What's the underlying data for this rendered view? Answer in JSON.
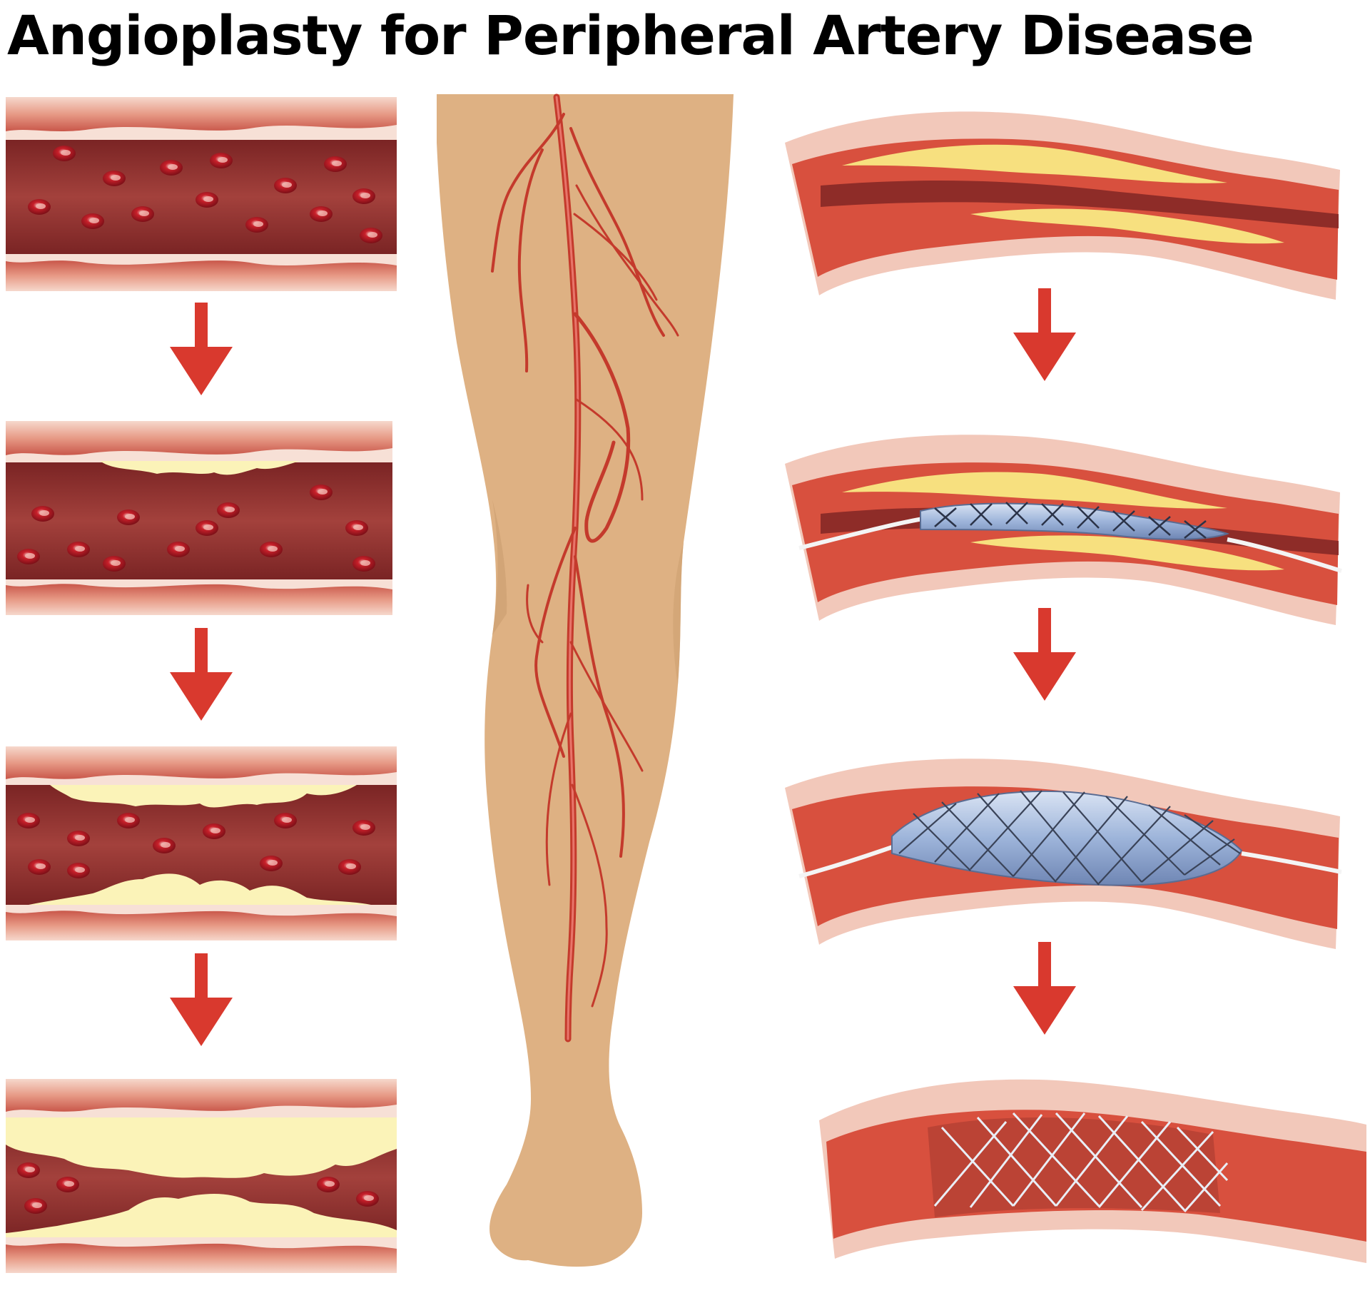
{
  "title": "Angioplasty for Peripheral Artery Disease",
  "colors": {
    "arrow": "#d9392e",
    "skin": "#deb183",
    "artery": "#c43a2c",
    "plaque": "#fbf3b8",
    "vessel_wall": "#e9a090",
    "lumen": "#8e2c28",
    "stent": "#a9bfdf"
  },
  "icons": {
    "arrow": "down-arrow-icon",
    "cell": "red-blood-cell-icon"
  },
  "left_column": {
    "stages": [
      {
        "name": "healthy-artery",
        "plaque": 0.0
      },
      {
        "name": "early-plaque-artery",
        "plaque": 0.12
      },
      {
        "name": "moderate-plaque-artery",
        "plaque": 0.3
      },
      {
        "name": "severe-plaque-artery",
        "plaque": 0.5
      }
    ]
  },
  "right_column": {
    "stages": [
      {
        "name": "narrowed-artery"
      },
      {
        "name": "deflated-balloon-stent"
      },
      {
        "name": "inflated-balloon-stent"
      },
      {
        "name": "stent-deployed"
      }
    ]
  }
}
